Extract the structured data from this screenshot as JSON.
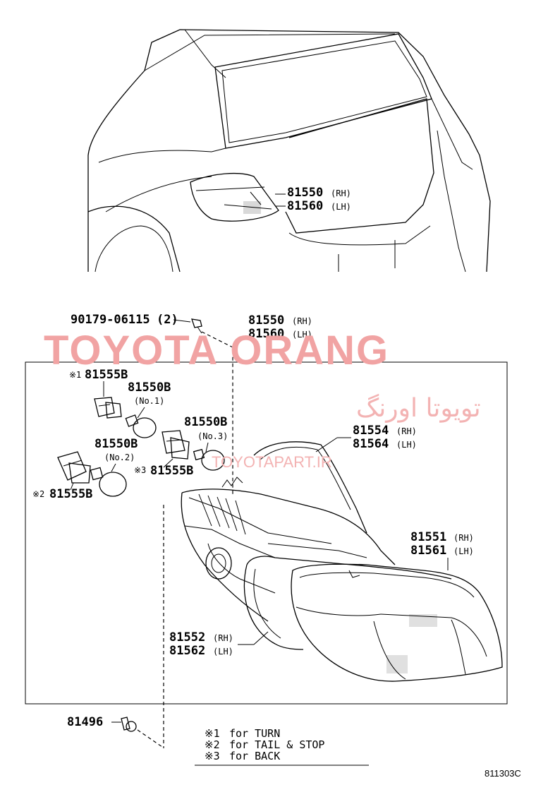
{
  "top_callout": {
    "part1": "81550",
    "part1_side": "(RH)",
    "part2": "81560",
    "part2_side": "(LH)"
  },
  "parts": {
    "bolt": {
      "number": "90179-06115",
      "qty": "(2)"
    },
    "assy": {
      "part1": "81550",
      "part1_side": "(RH)",
      "part2": "81560",
      "part2_side": "(LH)"
    },
    "socket1": {
      "mark": "※1",
      "number": "81555B"
    },
    "bulb1": {
      "number": "81550B",
      "note": "(No.1)"
    },
    "bulb3": {
      "number": "81550B",
      "note": "(No.3)"
    },
    "bulb2": {
      "number": "81550B",
      "note": "(No.2)"
    },
    "socket3": {
      "mark": "※3",
      "number": "81555B"
    },
    "socket2": {
      "mark": "※2",
      "number": "81555B"
    },
    "gasket": {
      "part1": "81554",
      "part1_side": "(RH)",
      "part2": "81564",
      "part2_side": "(LH)"
    },
    "lens": {
      "part1": "81551",
      "part1_side": "(RH)",
      "part2": "81561",
      "part2_side": "(LH)"
    },
    "housing": {
      "part1": "81552",
      "part1_side": "(RH)",
      "part2": "81562",
      "part2_side": "(LH)"
    },
    "clip": {
      "number": "81496"
    }
  },
  "legend": [
    {
      "mark": "※1",
      "text": "for TURN"
    },
    {
      "mark": "※2",
      "text": "for TAIL & STOP"
    },
    {
      "mark": "※3",
      "text": "for BACK"
    }
  ],
  "watermark": {
    "brand": "TOYOTA ORANG",
    "persian": "تویوتا اورنگ",
    "site": "TOYOTAPART.IR"
  },
  "figure_code": "811303C"
}
